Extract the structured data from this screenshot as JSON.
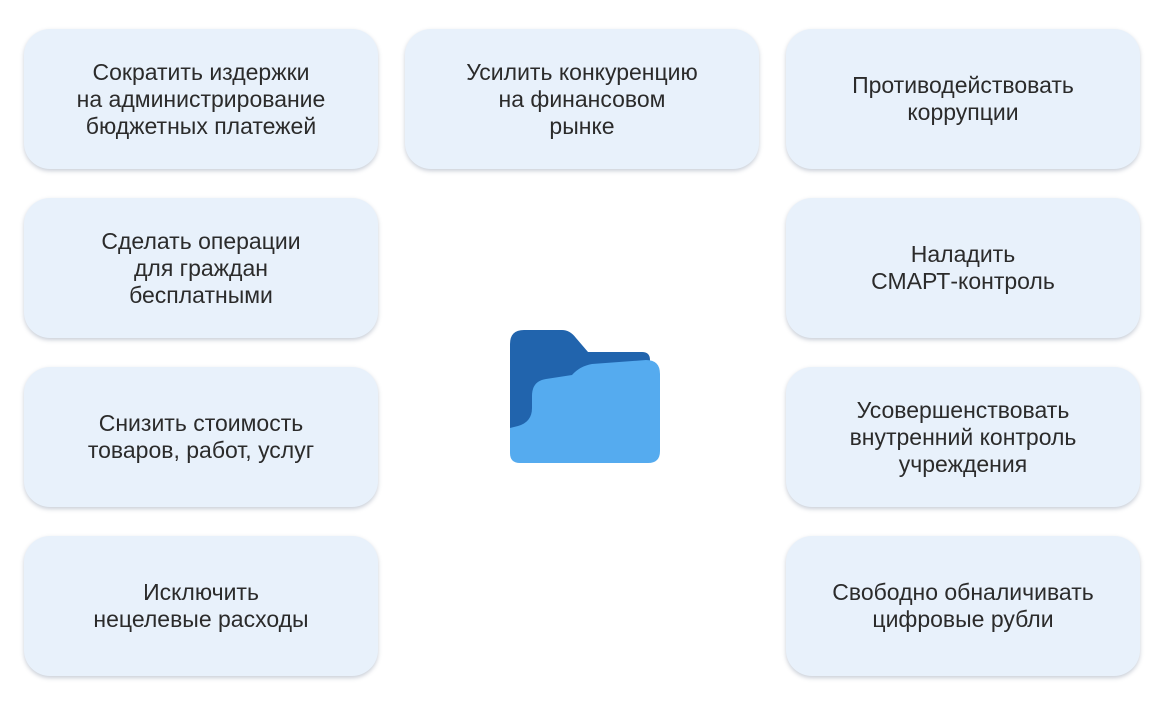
{
  "cards": {
    "reduce_costs": "Сократить издержки\nна администрирование\nбюджетных платежей",
    "increase_competition": "Усилить конкуренцию\nна финансовом\nрынке",
    "counter_corruption": "Противодействовать\nкоррупции",
    "free_operations": "Сделать операции\nдля граждан\nбесплатными",
    "smart_control": "Наладить\nСМАРТ-контроль",
    "reduce_prices": "Снизить стоимость\nтоваров, работ, услуг",
    "improve_internal_control": "Усовершенствовать\nвнутренний контроль\nучреждения",
    "exclude_expenses": "Исключить\nнецелевые расходы",
    "cash_out_digital_rubles": "Свободно обналичивать\nцифровые рубли"
  },
  "colors": {
    "card_bg": "#e8f1fb",
    "text": "#2b2b2b",
    "folder_back": "#2164ad",
    "folder_front": "#55abef"
  },
  "icons": {
    "center": "folder-icon"
  }
}
